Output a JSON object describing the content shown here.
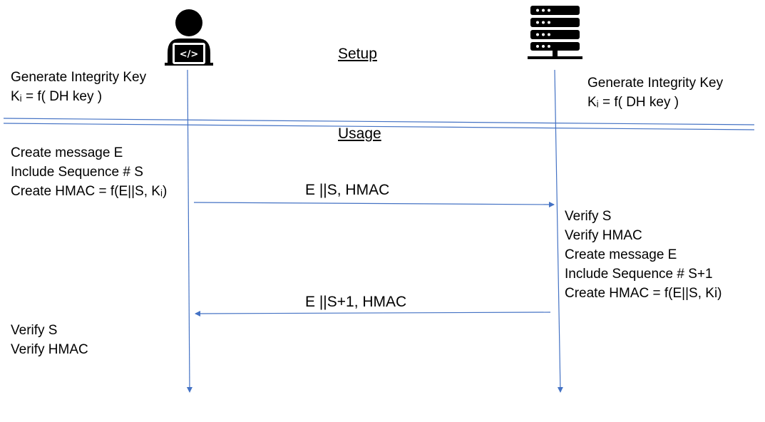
{
  "headings": {
    "setup": "Setup",
    "usage": "Usage"
  },
  "client": {
    "icon": "developer-user-icon",
    "setup_lines": [
      "Generate Integrity Key",
      "Kᵢ = f( DH key )"
    ],
    "send_lines": [
      "Create message E",
      "Include Sequence #  S",
      "Create HMAC = f(E||S, Kᵢ)"
    ],
    "verify_lines": [
      "Verify S",
      "Verify HMAC"
    ]
  },
  "server": {
    "icon": "server-icon",
    "setup_lines": [
      "Generate Integrity Key",
      "Kᵢ = f( DH key )"
    ],
    "process_lines": [
      "Verify S",
      "Verify HMAC",
      "Create message E",
      "Include Sequence # S+1",
      "Create HMAC = f(E||S, Ki)"
    ]
  },
  "messages": {
    "request": "E ||S, HMAC",
    "response": "E ||S+1, HMAC"
  },
  "colors": {
    "line": "#4472C4",
    "icon": "#000000",
    "text": "#000000"
  }
}
